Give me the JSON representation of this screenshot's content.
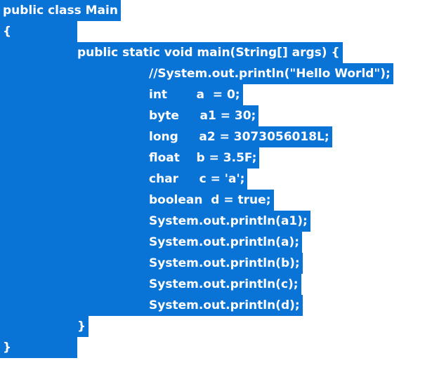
{
  "code": {
    "lines": [
      "public class Main",
      "{",
      "public static void main(String[] args) {",
      "//System.out.println(\"Hello World\");",
      "int       a  = 0;",
      "byte     a1 = 30;",
      "long     a2 = 3073056018L;",
      "float    b = 3.5F;",
      "char     c = 'a';",
      "boolean  d = true;",
      "System.out.println(a1);",
      "System.out.println(a);",
      "System.out.println(b);",
      "System.out.println(c);",
      "System.out.println(d);",
      "}",
      "}"
    ]
  },
  "colors": {
    "selection": "#0a74d6",
    "text": "#ffffff",
    "background": "#ffffff"
  }
}
